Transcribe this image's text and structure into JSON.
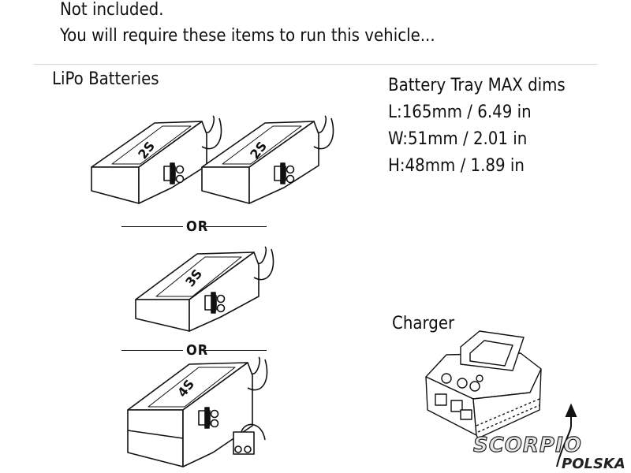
{
  "header": {
    "line1": "Not included.",
    "line2": "You will require these items to run this vehicle..."
  },
  "lipo": {
    "title": "LiPo Batteries",
    "battery_labels": [
      "2S",
      "2S",
      "3S",
      "4S"
    ],
    "or_label": "OR"
  },
  "tray": {
    "title": "Battery Tray MAX dims",
    "length": "L:165mm / 6.49 in",
    "width": "W:51mm / 2.01 in",
    "height": "H:48mm / 1.89 in"
  },
  "charger": {
    "title": "Charger"
  },
  "logo": {
    "brand": "SCORPIO",
    "sub": "POLSKA"
  }
}
